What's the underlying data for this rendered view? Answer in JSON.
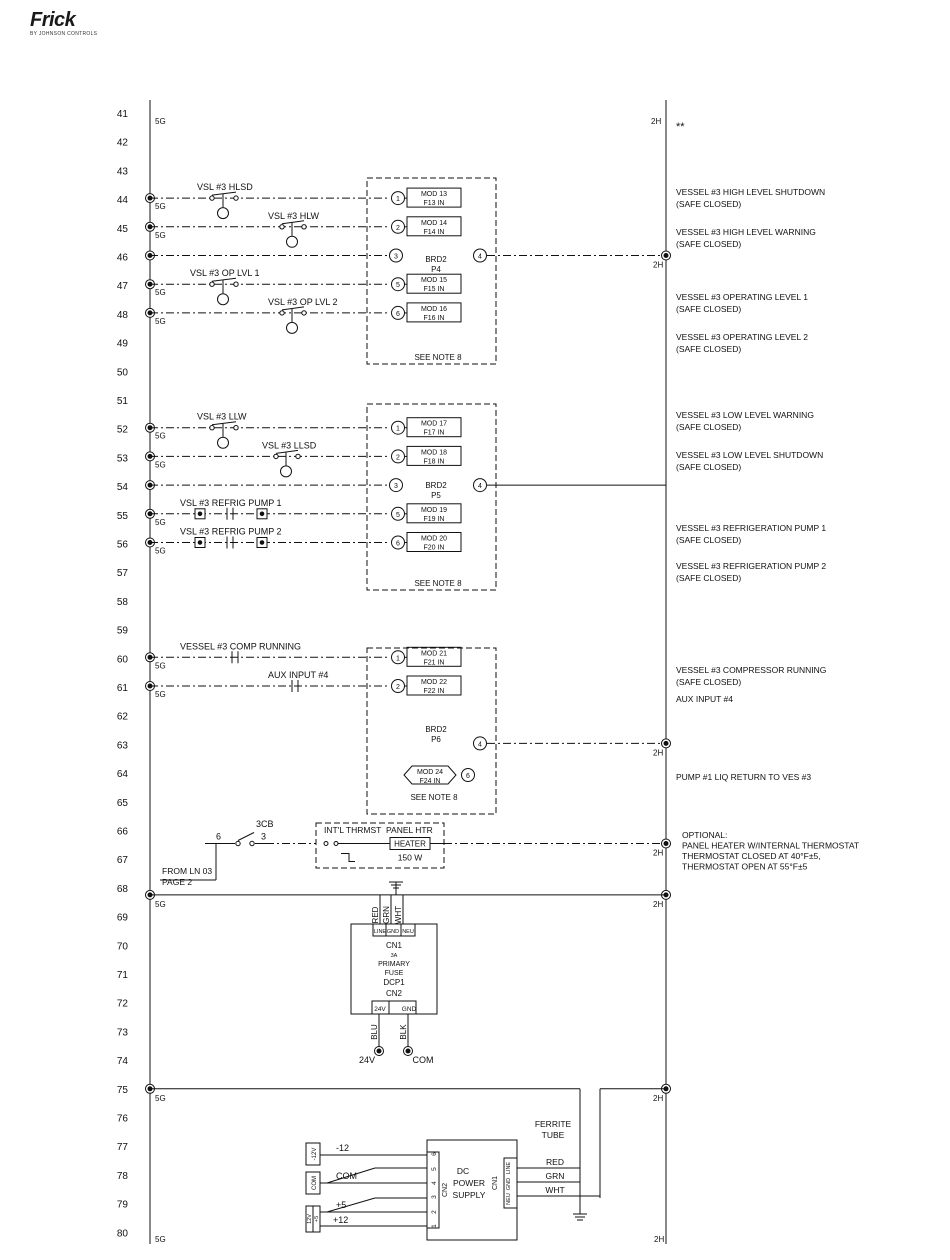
{
  "brand": {
    "name": "Frick",
    "sub": "BY JOHNSON CONTROLS"
  },
  "rows": [
    "41",
    "42",
    "43",
    "44",
    "45",
    "46",
    "47",
    "48",
    "49",
    "50",
    "51",
    "52",
    "53",
    "54",
    "55",
    "56",
    "57",
    "58",
    "59",
    "60",
    "61",
    "62",
    "63",
    "64",
    "65",
    "66",
    "67",
    "68",
    "69",
    "70",
    "71",
    "72",
    "73",
    "74",
    "75",
    "76",
    "77",
    "78",
    "79",
    "80"
  ],
  "rail": {
    "left": "5G",
    "right": "2H"
  },
  "note_marker": "**",
  "groups": [
    {
      "board": "BRD2",
      "port": "P4",
      "note": "SEE NOTE 8",
      "inputs": [
        {
          "label": "VSL #3 HLSD",
          "pin": "1",
          "mod": "MOD 13",
          "in": "F13 IN"
        },
        {
          "label": "VSL #3 HLW",
          "pin": "2",
          "mod": "MOD 14",
          "in": "F14 IN"
        },
        {
          "label": "VSL #3 OP LVL 1",
          "pin": "5",
          "mod": "MOD 15",
          "in": "F15 IN"
        },
        {
          "label": "VSL #3 OP LVL 2",
          "pin": "6",
          "mod": "MOD 16",
          "in": "F16 IN"
        }
      ],
      "pin3": "3",
      "pin4": "4"
    },
    {
      "board": "BRD2",
      "port": "P5",
      "note": "SEE NOTE 8",
      "inputs": [
        {
          "label": "VSL #3 LLW",
          "pin": "1",
          "mod": "MOD 17",
          "in": "F17 IN"
        },
        {
          "label": "VSL #3 LLSD",
          "pin": "2",
          "mod": "MOD 18",
          "in": "F18 IN"
        },
        {
          "label": "VSL #3 REFRIG PUMP 1",
          "pin": "5",
          "mod": "MOD 19",
          "in": "F19 IN"
        },
        {
          "label": "VSL #3 REFRIG PUMP 2",
          "pin": "6",
          "mod": "MOD 20",
          "in": "F20 IN"
        }
      ],
      "pin3": "3",
      "pin4": "4"
    },
    {
      "board": "BRD2",
      "port": "P6",
      "note": "SEE NOTE 8",
      "inputs": [
        {
          "label": "VESSEL #3 COMP RUNNING",
          "pin": "1",
          "mod": "MOD 21",
          "in": "F21 IN"
        },
        {
          "label": "AUX INPUT #4",
          "pin": "2",
          "mod": "MOD 22",
          "in": "F22 IN"
        }
      ],
      "pin4": "4",
      "output": {
        "pin": "6",
        "mod": "MOD 24",
        "in": "F24 IN"
      }
    }
  ],
  "descriptions": [
    {
      "l1": "VESSEL #3 HIGH LEVEL SHUTDOWN",
      "l2": "(SAFE CLOSED)"
    },
    {
      "l1": "VESSEL #3 HIGH LEVEL WARNING",
      "l2": "(SAFE CLOSED)"
    },
    {
      "l1": "VESSEL #3 OPERATING LEVEL 1",
      "l2": "(SAFE CLOSED)"
    },
    {
      "l1": "VESSEL #3 OPERATING LEVEL 2",
      "l2": "(SAFE CLOSED)"
    },
    {
      "l1": "VESSEL #3 LOW LEVEL WARNING",
      "l2": "(SAFE CLOSED)"
    },
    {
      "l1": "VESSEL #3 LOW LEVEL SHUTDOWN",
      "l2": "(SAFE CLOSED)"
    },
    {
      "l1": "VESSEL #3 REFRIGERATION PUMP 1",
      "l2": "(SAFE CLOSED)"
    },
    {
      "l1": "VESSEL #3 REFRIGERATION PUMP 2",
      "l2": "(SAFE CLOSED)"
    },
    {
      "l1": "VESSEL #3 COMPRESSOR RUNNING",
      "l2": "(SAFE CLOSED)"
    },
    {
      "l1": "AUX INPUT #4",
      "l2": ""
    },
    {
      "l1": "PUMP #1 LIQ RETURN TO VES #3",
      "l2": ""
    }
  ],
  "heater": {
    "cb_label": "3CB",
    "cb_left": "6",
    "cb_right": "3",
    "thermostat": "INT'L THRMST",
    "panel": "PANEL HTR",
    "element": "HEATER",
    "watts": "150 W",
    "from1": "FROM LN 03",
    "from2": "PAGE 2",
    "opt": [
      "OPTIONAL:",
      "PANEL HEATER W/INTERNAL THERMOSTAT",
      "THERMOSTAT CLOSED AT 40°F±5,",
      "THERMOSTAT OPEN AT 55°F±5"
    ]
  },
  "primary_psu": {
    "wires_in": [
      "RED",
      "GRN",
      "WHT"
    ],
    "terms_in": [
      "LINE",
      "GND",
      "NEU"
    ],
    "body": [
      "CN1",
      "3A",
      "PRIMARY",
      "FUSE",
      "DCP1",
      "CN2"
    ],
    "terms_out": [
      "24V",
      "GND"
    ],
    "wires_out": [
      "BLU",
      "BLK"
    ],
    "outs": [
      "24V",
      "COM"
    ]
  },
  "dc_psu": {
    "ferrite1": "FERRITE",
    "ferrite2": "TUBE",
    "body": [
      "DC",
      "POWER",
      "SUPPLY"
    ],
    "cn1": "CN1",
    "cn2": "CN2",
    "cn1_terms": [
      "LINE",
      "GND",
      "NEU"
    ],
    "cn2_terms": [
      "6",
      "5",
      "4",
      "3",
      "2",
      "1"
    ],
    "wires": [
      "RED",
      "GRN",
      "WHT"
    ],
    "outs": [
      "-12",
      "COM",
      "+5",
      "+12"
    ],
    "tags": [
      "-12V",
      "COM",
      "+5",
      "12V"
    ]
  }
}
